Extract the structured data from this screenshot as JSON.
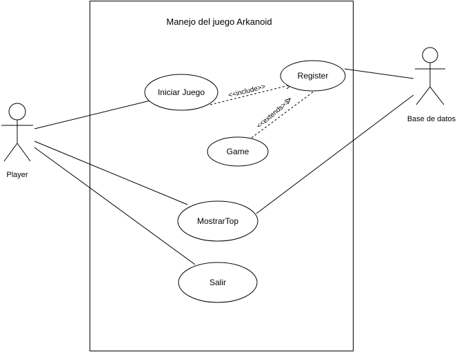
{
  "diagram": {
    "system_title": "Manejo del juego Arkanoid",
    "actors": {
      "player": "Player",
      "database": "Base de datos"
    },
    "use_cases": {
      "iniciar_juego": "Iniciar Juego",
      "register": "Register",
      "game": "Game",
      "mostrar_top": "MostrarTop",
      "salir": "Salir"
    },
    "relations": {
      "include": "<<include>>",
      "extends": "<<extends>>"
    }
  }
}
